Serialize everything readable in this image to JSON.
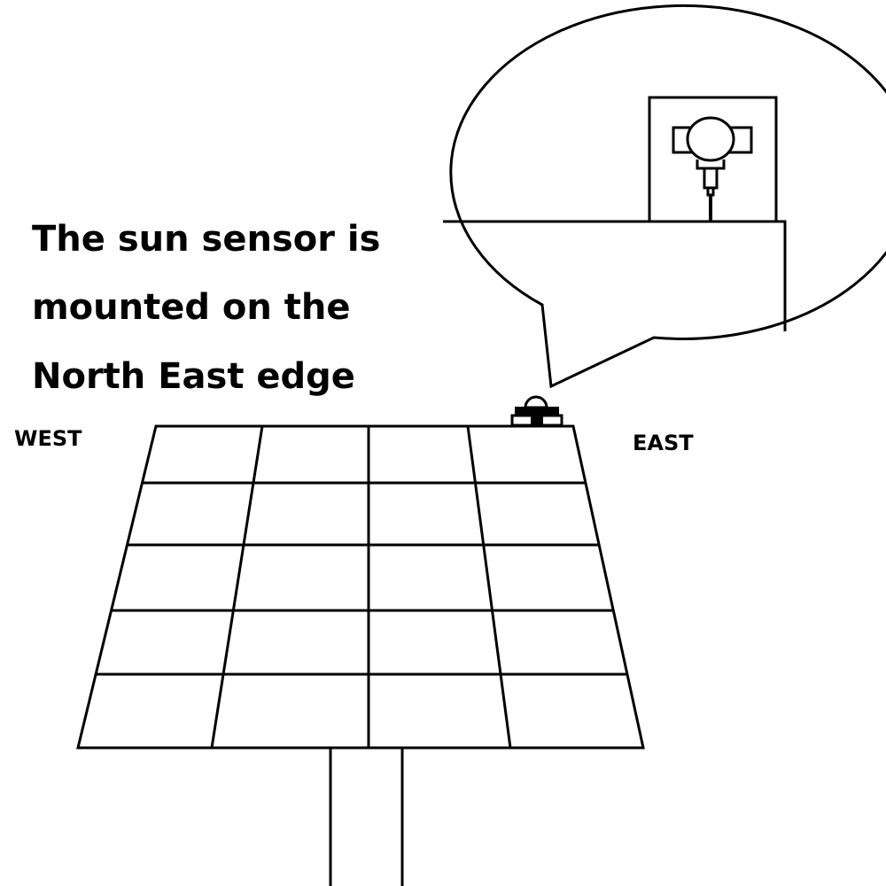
{
  "caption": {
    "lines": [
      "The sun sensor is",
      "mounted on the",
      "North East edge"
    ]
  },
  "labels": {
    "west": "WEST",
    "east": "EAST"
  },
  "colors": {
    "ink": "#000000",
    "background": "#ffffff"
  },
  "panel": {
    "rows": 5,
    "columns": 4
  }
}
